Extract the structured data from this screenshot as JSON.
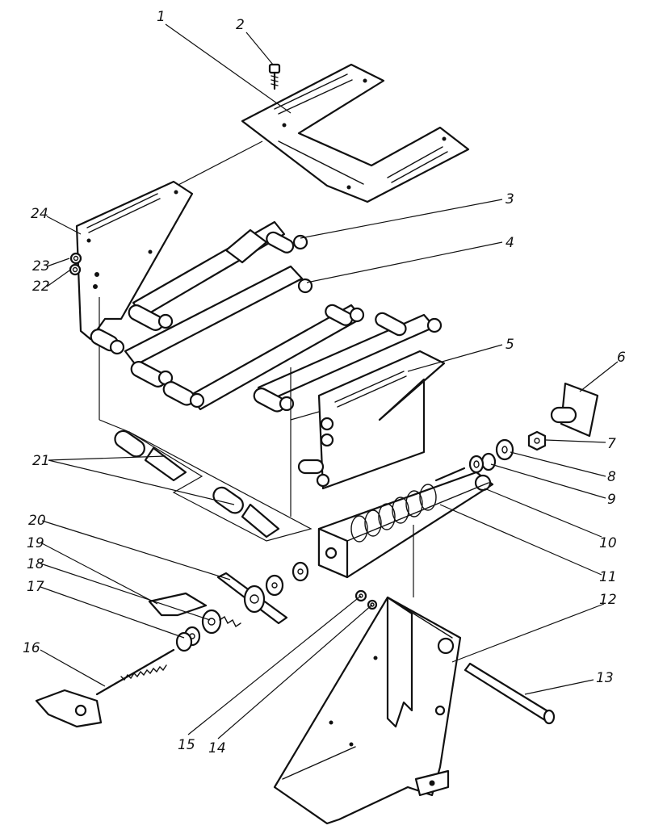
{
  "callouts": {
    "c1": "1",
    "c2": "2",
    "c3": "3",
    "c4": "4",
    "c5": "5",
    "c6": "6",
    "c7": "7",
    "c8": "8",
    "c9": "9",
    "c10": "10",
    "c11": "11",
    "c12": "12",
    "c13": "13",
    "c14": "14",
    "c15": "15",
    "c16": "16",
    "c17": "17",
    "c18": "18",
    "c19": "19",
    "c20": "20",
    "c21": "21",
    "c22": "22",
    "c23": "23",
    "c24": "24"
  },
  "colors": {
    "ink": "#111111",
    "paper": "#ffffff"
  }
}
